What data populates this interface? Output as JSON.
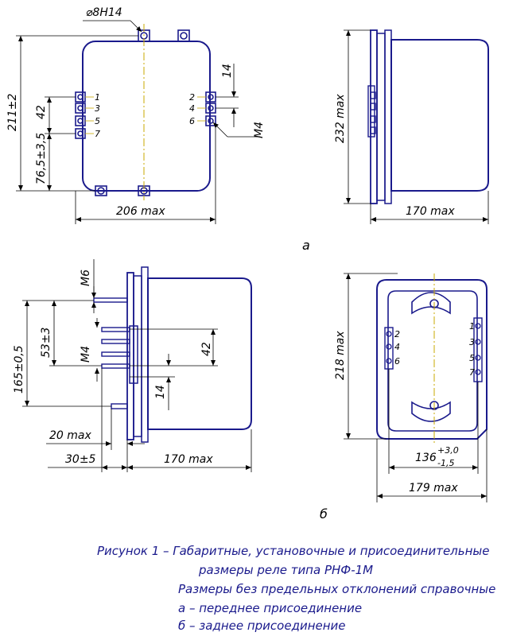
{
  "colors": {
    "outline": "#1a1a8c",
    "dimension": "#000000",
    "axis": "#c8a800",
    "caption": "#1a1a8c"
  },
  "view_a": {
    "label": "а",
    "dims": {
      "hole": "⌀8H14",
      "height_total": "211±2",
      "pitch": "42",
      "offset": "76,5±3,5",
      "width": "206 max",
      "step": "14",
      "thread": "М4",
      "side_height": "232 max",
      "depth": "170 max"
    },
    "terminals_left": [
      "1",
      "3",
      "5",
      "7"
    ],
    "terminals_right": [
      "2",
      "4",
      "6"
    ]
  },
  "view_b_side": {
    "dims": {
      "thread_big": "М6",
      "height": "165±0,5",
      "offset": "53±3",
      "thread": "М4",
      "pitch": "42",
      "step": "14",
      "stud": "20 max",
      "protrusion": "30±5",
      "depth": "170 max"
    }
  },
  "view_b_back": {
    "label": "б",
    "dims": {
      "height": "218 max",
      "hole_pitch": "136",
      "tol_upper": "+3,0",
      "tol_lower": "-1,5",
      "width": "179 max"
    },
    "terminals_left": [
      "2",
      "4",
      "6"
    ],
    "terminals_right": [
      "1",
      "3",
      "5",
      "7"
    ]
  },
  "caption": {
    "line1": "Рисунок 1 – Габаритные, установочные и присоединительные",
    "line2": "размеры  реле типа  РНФ-1М",
    "line3": "Размеры без предельных отклонений  справочные",
    "item_a": "а – переднее присоединение",
    "item_b": "б – заднее присоединение"
  }
}
